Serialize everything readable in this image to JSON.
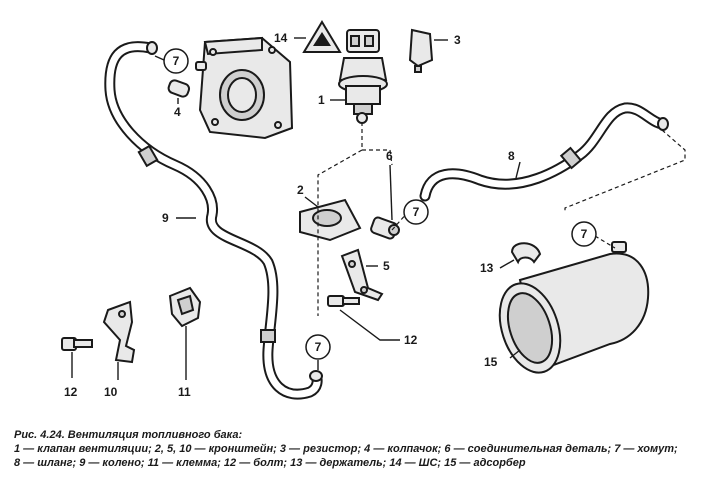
{
  "labels": {
    "p1": "1",
    "p2": "2",
    "p3": "3",
    "p4": "4",
    "p5": "5",
    "p6": "6",
    "p7": "7",
    "p8": "8",
    "p9": "9",
    "p10": "10",
    "p11": "11",
    "p12": "12",
    "p13": "13",
    "p14": "14",
    "p15": "15"
  },
  "caption": {
    "title": "Рис. 4.24. Вентиляция топливного бака:",
    "legend_line1": "1 — клапан вентиляции; 2, 5, 10 — кронштейн; 3 — резистор; 4 — колпачок; 6 — соединительная деталь; 7 — хомут;",
    "legend_line2": "8 — шланг; 9 — колено; 11 — клемма; 12 — болт; 13 — держатель; 14 — ШС; 15 — адсорбер"
  }
}
